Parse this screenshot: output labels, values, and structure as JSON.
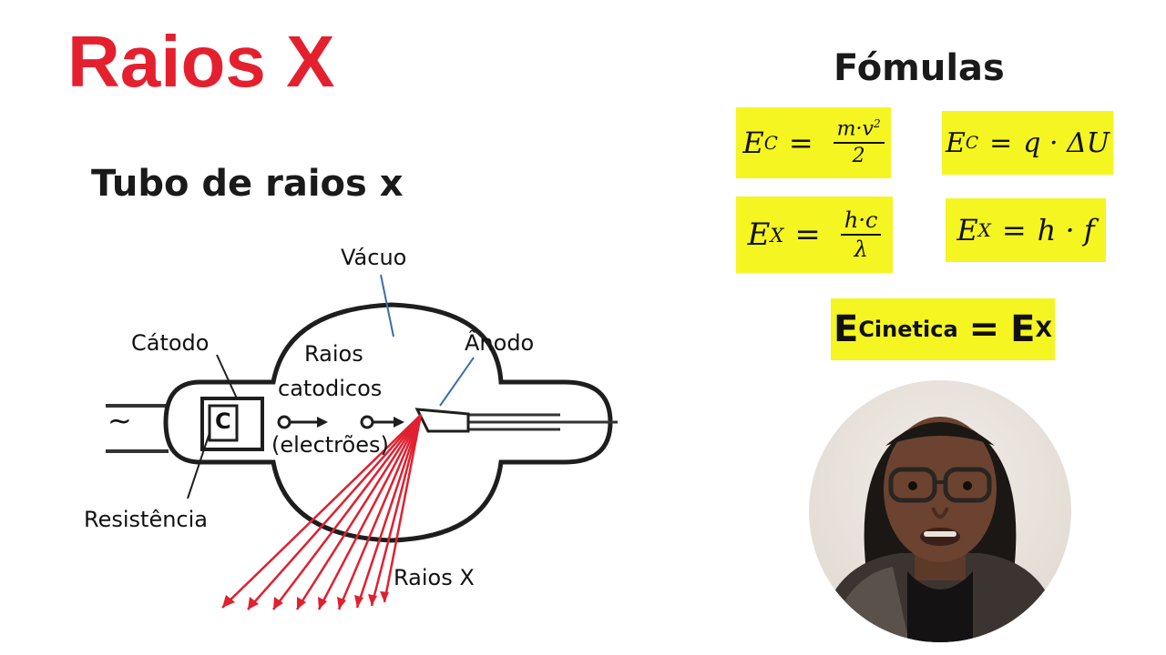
{
  "page": {
    "title": "Raios X",
    "subtitle": "Tubo de raios x",
    "title_color": "#e4202f",
    "text_color": "#1a1a1a"
  },
  "formulas": {
    "heading": "Fómulas",
    "highlight_color": "#f5f521",
    "f1": {
      "lhs": "E",
      "lhs_sub": "C",
      "rel": "=",
      "num": "m·v",
      "num_sup": "2",
      "den": "2"
    },
    "f2": {
      "lhs": "E",
      "lhs_sub": "C",
      "rel": "=",
      "rhs": "q · ΔU"
    },
    "f3": {
      "lhs": "E",
      "lhs_sub": "X",
      "rel": "=",
      "num": "h·c",
      "den": "λ"
    },
    "f4": {
      "lhs": "E",
      "lhs_sub": "X",
      "rel": "=",
      "rhs": "h · f"
    },
    "f5": {
      "lhs": "E",
      "lhs_sub": "Cinetica",
      "rel": "=",
      "rhs": "E",
      "rhs_sub": "X"
    }
  },
  "diagram": {
    "labels": {
      "vacuo": "Vácuo",
      "catodo": "Cátodo",
      "raios_line1": "Raios",
      "raios_line2": "catodicos",
      "raios_line3": "(electrões)",
      "anodo": "Ânodo",
      "resistencia": "Resistência",
      "raios_x": "Raios X",
      "ac_symbol": "~",
      "cathode_symbol": "C"
    },
    "ray_color": "#e02030",
    "leader_color": "#3a6ea8"
  },
  "presenter": {
    "icon": "presenter-avatar"
  }
}
